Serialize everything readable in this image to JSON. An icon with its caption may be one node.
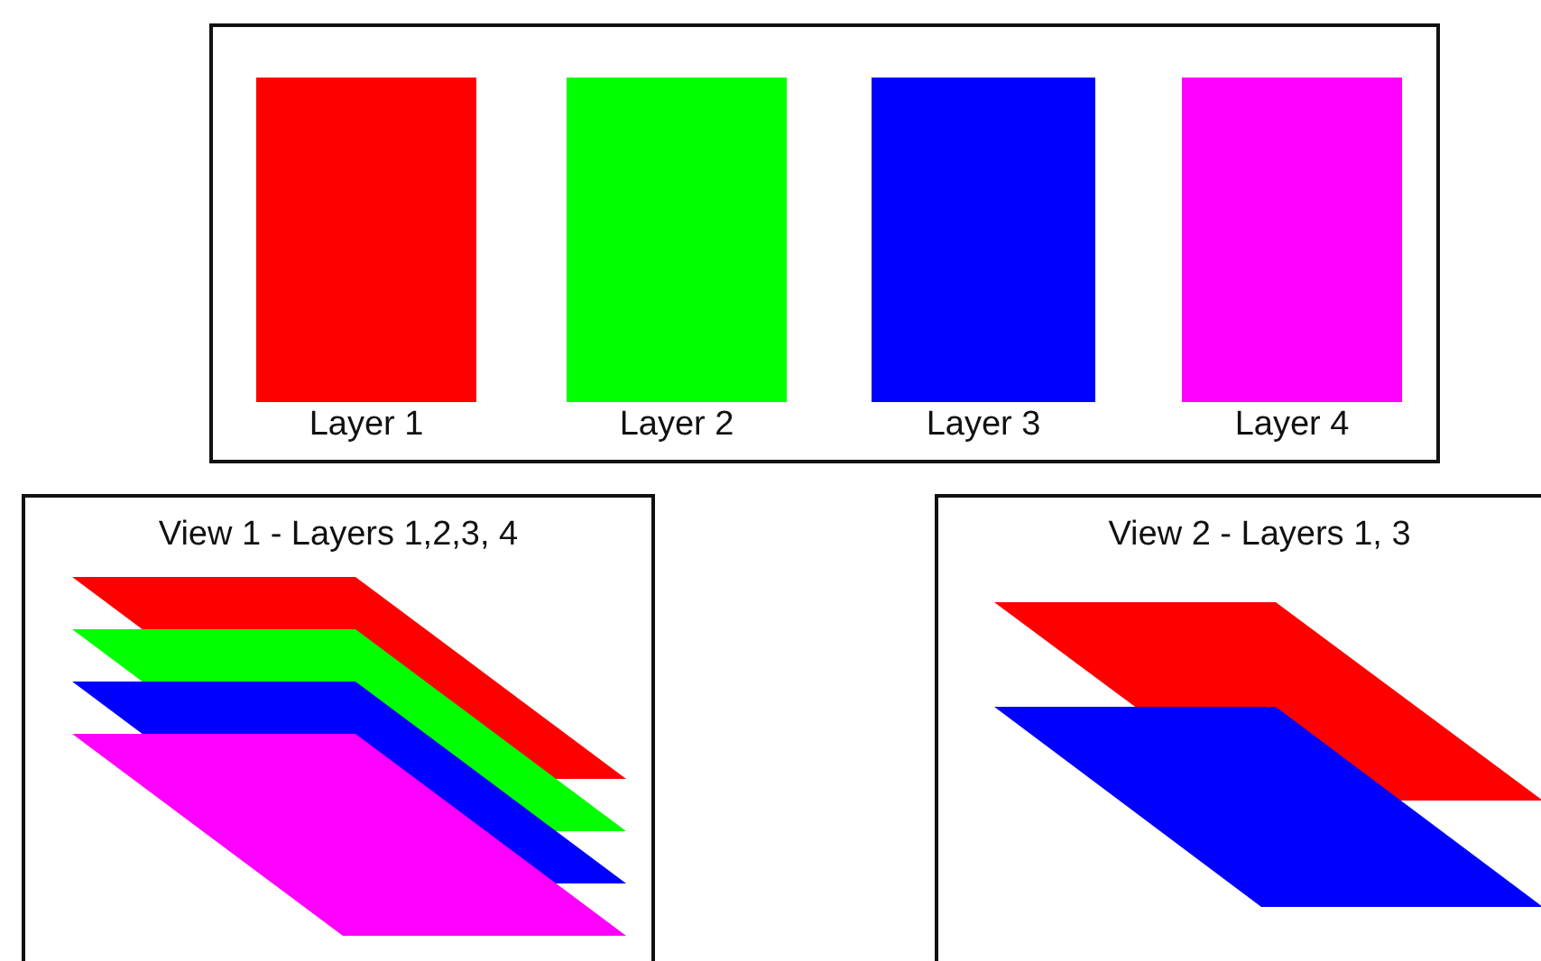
{
  "diagram": {
    "nodes": [
      {
        "text": [],
        "shape": "box"
      },
      {
        "text": [
          "Layer 1"
        ],
        "in": 0
      },
      {
        "text": [
          "Layer 2"
        ],
        "in": 0
      },
      {
        "text": [
          "Layer 3"
        ],
        "in": 0
      },
      {
        "text": [
          "Layer 4"
        ],
        "in": 0
      },
      {
        "text": [
          "View 1 - Layers 1,2,3, 4"
        ]
      },
      {
        "text": [],
        "shape": "parallelogram",
        "in": 5
      },
      {
        "text": [],
        "shape": "parallelogram",
        "in": 5
      },
      {
        "text": [],
        "shape": "parallelogram",
        "in": 5
      },
      {
        "text": [],
        "shape": "parallelogram",
        "in": 5
      },
      {
        "text": [
          "View 2 - Layers 1, 3"
        ]
      },
      {
        "text": [],
        "shape": "parallelogram",
        "in": 10
      },
      {
        "text": [],
        "shape": "parallelogram",
        "in": 10
      }
    ],
    "edges": []
  }
}
